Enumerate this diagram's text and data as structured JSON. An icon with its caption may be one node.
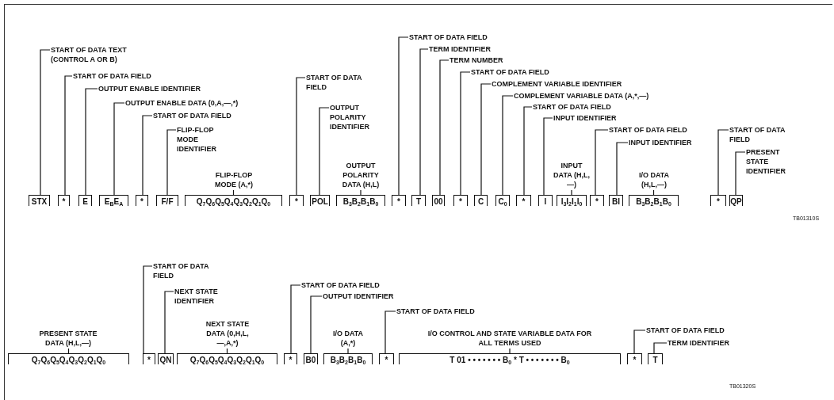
{
  "diagram": {
    "nodes": [
      {
        "text": [
          "STX"
        ]
      },
      {
        "text": [
          "*"
        ]
      },
      {
        "text": [
          "E"
        ]
      },
      {
        "text": [
          "E$_{B}$E$_{A}$"
        ]
      },
      {
        "text": [
          "*"
        ]
      },
      {
        "text": [
          "F/F"
        ]
      },
      {
        "text": [
          "Q$_{7}$Q$_{6}$Q$_{5}$Q$_{4}$Q$_{3}$Q$_{2}$Q$_{1}$Q$_{0}$"
        ]
      },
      {
        "text": [
          "*"
        ]
      },
      {
        "text": [
          "POL"
        ]
      },
      {
        "text": [
          "B$_{3}$B$_{2}$B$_{1}$B$_{0}$"
        ]
      },
      {
        "text": [
          "*"
        ]
      },
      {
        "text": [
          "T"
        ]
      },
      {
        "text": [
          "00"
        ]
      },
      {
        "text": [
          "*"
        ]
      },
      {
        "text": [
          "C"
        ]
      },
      {
        "text": [
          "C$_{0}$"
        ]
      },
      {
        "text": [
          "*"
        ]
      },
      {
        "text": [
          "I"
        ]
      },
      {
        "text": [
          "I$_{3}$I$_{2}$I$_{1}$I$_{0}$"
        ]
      },
      {
        "text": [
          "*"
        ]
      },
      {
        "text": [
          "BI"
        ]
      },
      {
        "text": [
          "B$_{3}$B$_{2}$B$_{1}$B$_{0}$"
        ]
      },
      {
        "text": [
          "*"
        ]
      },
      {
        "text": [
          "QP"
        ]
      },
      {
        "text": [
          "START OF DATA TEXT (CONTROL A OR B)"
        ]
      },
      {
        "text": [
          "START OF DATA FIELD"
        ]
      },
      {
        "text": [
          "OUTPUT ENABLE IDENTIFIER"
        ]
      },
      {
        "text": [
          "OUTPUT ENABLE DATA (0,A,—,*)"
        ]
      },
      {
        "text": [
          "START OF DATA FIELD"
        ]
      },
      {
        "text": [
          "FLIP-FLOP MODE IDENTIFIER"
        ]
      },
      {
        "text": [
          "FLIP-FLOP MODE (A,*)"
        ]
      },
      {
        "text": [
          "START OF DATA FIELD"
        ]
      },
      {
        "text": [
          "OUTPUT POLARITY IDENTIFIER"
        ]
      },
      {
        "text": [
          "OUTPUT POLARITY DATA (H,L)"
        ]
      },
      {
        "text": [
          "START OF DATA FIELD"
        ]
      },
      {
        "text": [
          "TERM IDENTIFIER"
        ]
      },
      {
        "text": [
          "TERM NUMBER"
        ]
      },
      {
        "text": [
          "START OF DATA FIELD"
        ]
      },
      {
        "text": [
          "COMPLEMENT VARIABLE IDENTIFIER"
        ]
      },
      {
        "text": [
          "COMPLEMENT VARIABLE DATA (A,*,—)"
        ]
      },
      {
        "text": [
          "START OF DATA FIELD"
        ]
      },
      {
        "text": [
          "INPUT IDENTIFIER"
        ]
      },
      {
        "text": [
          "INPUT DATA (H,L,—)"
        ]
      },
      {
        "text": [
          "START OF DATA FIELD"
        ]
      },
      {
        "text": [
          "INPUT IDENTIFIER"
        ]
      },
      {
        "text": [
          "I/O DATA (H,L,—)"
        ]
      },
      {
        "text": [
          "START OF DATA FIELD"
        ]
      },
      {
        "text": [
          "PRESENT STATE IDENTIFIER"
        ]
      },
      {
        "text": [
          "Q$_{7}$Q$_{6}$Q$_{5}$Q$_{4}$Q$_{3}$Q$_{2}$Q$_{1}$Q$_{0}$"
        ]
      },
      {
        "text": [
          "*"
        ]
      },
      {
        "text": [
          "QN"
        ]
      },
      {
        "text": [
          "Q$_{7}$Q$_{6}$Q$_{5}$Q$_{4}$Q$_{3}$Q$_{2}$Q$_{1}$Q$_{0}$"
        ]
      },
      {
        "text": [
          "*"
        ]
      },
      {
        "text": [
          "B0"
        ]
      },
      {
        "text": [
          "B$_{3}$B$_{2}$B$_{1}$B$_{0}$"
        ]
      },
      {
        "text": [
          "*"
        ]
      },
      {
        "text": [
          "T 01 • • • • • • • B$_{0}$ * T • • • • • • • B$_{0}$"
        ]
      },
      {
        "text": [
          "*"
        ]
      },
      {
        "text": [
          "T"
        ]
      },
      {
        "text": [
          "PRESENT STATE DATA (H,L,—)"
        ]
      },
      {
        "text": [
          "START OF DATA FIELD"
        ]
      },
      {
        "text": [
          "NEXT STATE IDENTIFIER"
        ]
      },
      {
        "text": [
          "NEXT STATE DATA (0,H,L,—,A,*)"
        ]
      },
      {
        "text": [
          "START OF DATA FIELD"
        ]
      },
      {
        "text": [
          "OUTPUT IDENTIFIER"
        ]
      },
      {
        "text": [
          "I/O DATA (A,*)"
        ]
      },
      {
        "text": [
          "START OF DATA FIELD"
        ]
      },
      {
        "text": [
          "I/O CONTROL AND STATE VARIABLE DATA FOR ALL TERMS USED"
        ]
      },
      {
        "text": [
          "START OF DATA FIELD"
        ]
      },
      {
        "text": [
          "TERM IDENTIFIER"
        ]
      }
    ],
    "edges": [
      {
        "from": 24,
        "to": 0,
        "arrow": "none"
      },
      {
        "from": 25,
        "to": 1,
        "arrow": "none"
      },
      {
        "from": 26,
        "to": 2,
        "arrow": "none"
      },
      {
        "from": 27,
        "to": 3,
        "arrow": "none"
      },
      {
        "from": 28,
        "to": 4,
        "arrow": "none"
      },
      {
        "from": 29,
        "to": 5,
        "arrow": "none"
      },
      {
        "from": 30,
        "to": 6,
        "arrow": "none"
      },
      {
        "from": 31,
        "to": 7,
        "arrow": "none"
      },
      {
        "from": 32,
        "to": 8,
        "arrow": "none"
      },
      {
        "from": 33,
        "to": 9,
        "arrow": "none"
      },
      {
        "from": 34,
        "to": 10,
        "arrow": "none"
      },
      {
        "from": 35,
        "to": 11,
        "arrow": "none"
      },
      {
        "from": 36,
        "to": 12,
        "arrow": "none"
      },
      {
        "from": 37,
        "to": 13,
        "arrow": "none"
      },
      {
        "from": 38,
        "to": 14,
        "arrow": "none"
      },
      {
        "from": 39,
        "to": 15,
        "arrow": "none"
      },
      {
        "from": 40,
        "to": 16,
        "arrow": "none"
      },
      {
        "from": 41,
        "to": 17,
        "arrow": "none"
      },
      {
        "from": 42,
        "to": 18,
        "arrow": "none"
      },
      {
        "from": 43,
        "to": 19,
        "arrow": "none"
      },
      {
        "from": 44,
        "to": 20,
        "arrow": "none"
      },
      {
        "from": 45,
        "to": 21,
        "arrow": "none"
      },
      {
        "from": 46,
        "to": 22,
        "arrow": "none"
      },
      {
        "from": 47,
        "to": 23,
        "arrow": "none"
      },
      {
        "from": 59,
        "to": 48,
        "arrow": "none"
      },
      {
        "from": 60,
        "to": 49,
        "arrow": "none"
      },
      {
        "from": 61,
        "to": 50,
        "arrow": "none"
      },
      {
        "from": 62,
        "to": 51,
        "arrow": "none"
      },
      {
        "from": 63,
        "to": 52,
        "arrow": "none"
      },
      {
        "from": 64,
        "to": 53,
        "arrow": "none"
      },
      {
        "from": 65,
        "to": 54,
        "arrow": "none"
      },
      {
        "from": 66,
        "to": 55,
        "arrow": "none"
      },
      {
        "from": 67,
        "to": 56,
        "arrow": "none"
      },
      {
        "from": 68,
        "to": 57,
        "arrow": "none"
      },
      {
        "from": 69,
        "to": 58,
        "arrow": "none"
      }
    ],
    "labels": [
      "TB01310S",
      "TB01320S"
    ]
  }
}
